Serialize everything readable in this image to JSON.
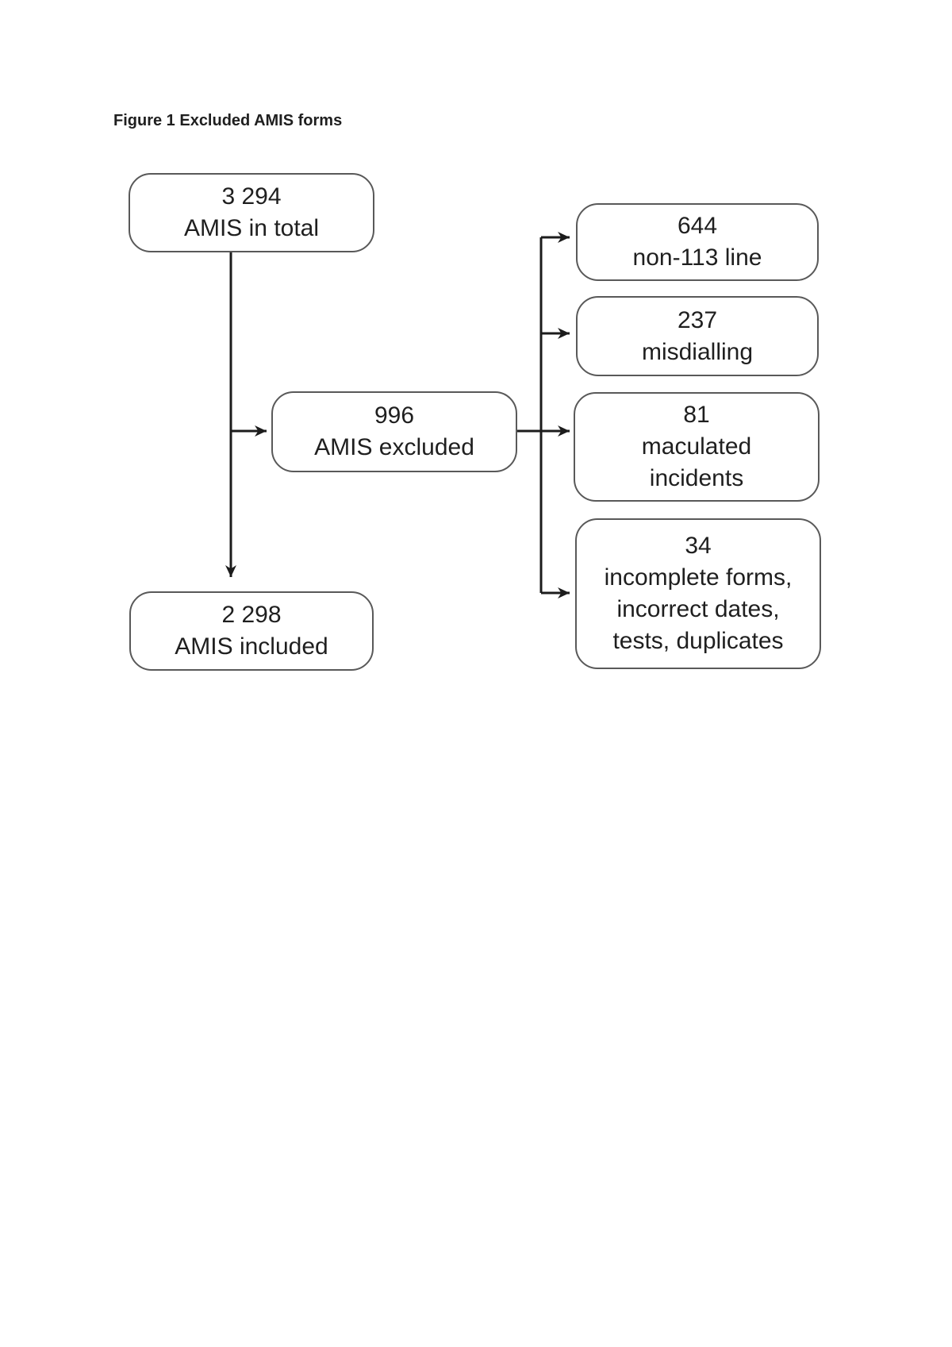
{
  "figure_caption": "Figure 1 Excluded AMIS forms",
  "colors": {
    "page_background": "#ffffff",
    "box_border": "#595959",
    "connector": "#1c1c1c",
    "text": "#1f1f1f"
  },
  "nodes": {
    "total": {
      "value": "3 294",
      "label": "AMIS in total"
    },
    "excluded": {
      "value": "996",
      "label": "AMIS excluded"
    },
    "included": {
      "value": "2 298",
      "label": "AMIS included"
    },
    "non113": {
      "value": "644",
      "label": "non-113 line"
    },
    "misdialling": {
      "value": "237",
      "label": "misdialling"
    },
    "maculated": {
      "value": "81",
      "label": "maculated incidents"
    },
    "incomplete": {
      "value": "34",
      "label": "incomplete forms, incorrect dates, tests, duplicates"
    }
  },
  "edges": [
    {
      "from": "total",
      "to": "excluded"
    },
    {
      "from": "total",
      "to": "included"
    },
    {
      "from": "excluded",
      "to": "non113"
    },
    {
      "from": "excluded",
      "to": "misdialling"
    },
    {
      "from": "excluded",
      "to": "maculated"
    },
    {
      "from": "excluded",
      "to": "incomplete"
    }
  ]
}
